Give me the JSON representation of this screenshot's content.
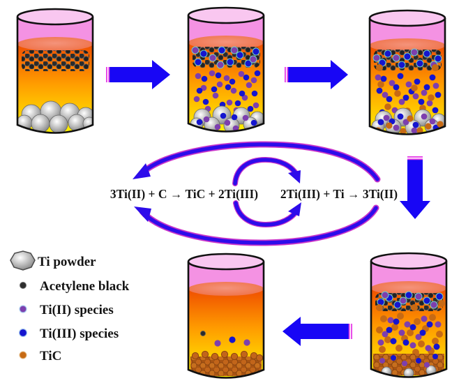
{
  "diagram": {
    "equations": {
      "left": "3Ti(II) + C → TiC + 2Ti(III)",
      "right": "2Ti(III) + Ti → 3Ti(II)"
    },
    "legend": {
      "items": [
        {
          "label": "Ti powder",
          "swatch": "ti-powder-sphere-icon",
          "color": "#9a9a9a"
        },
        {
          "label": "Acetylene black",
          "swatch": "black-dot-icon",
          "color": "#2e2e2e"
        },
        {
          "label": "Ti(II) species",
          "swatch": "purple-dot-icon",
          "color": "#7d3fae"
        },
        {
          "label": "Ti(III) species",
          "swatch": "blue-dot-icon",
          "color": "#1515cf"
        },
        {
          "label": "TiC",
          "swatch": "orange-dot-icon",
          "color": "#c76a14"
        }
      ]
    },
    "colors": {
      "arrow_blue": "#1806f5",
      "arrow_tail_stripe_magenta": "#e63ae6",
      "cycle_arc_blue": "#2d0cea",
      "cycle_arc_fringe_magenta": "#c935c9",
      "beaker_headspace_pink": "#f492e3",
      "beaker_rim_pink": "#f9c7f0",
      "melt_top_orange": "#ef4e00",
      "melt_mid_orange": "#ff9d00",
      "melt_bottom_yellow": "#fff200",
      "melt_surface_salmon": "#f2805e",
      "ti_powder_gray": "#9a9a9a",
      "acetylene_black": "#2e2e2e",
      "ti2_purple": "#7d3fae",
      "ti3_blue": "#1515cf",
      "tic_orange": "#c76a14"
    }
  }
}
